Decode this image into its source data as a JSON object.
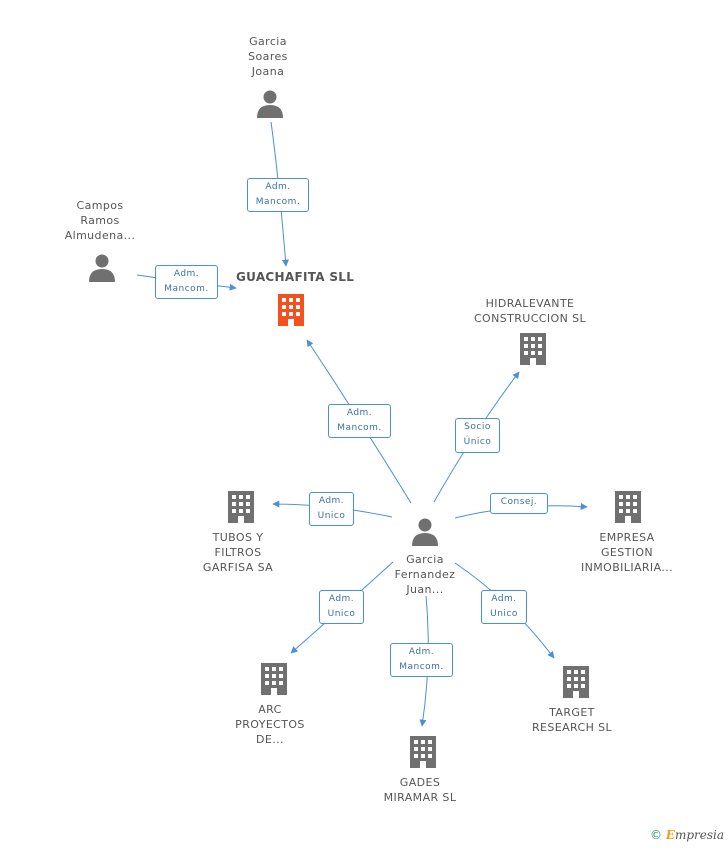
{
  "center": {
    "name": "GUACHAFITA SLL",
    "color": "#f4511e"
  },
  "people": {
    "garcia_soares": {
      "lines": [
        "Garcia",
        "Soares",
        "Joana"
      ]
    },
    "campos_ramos": {
      "lines": [
        "Campos",
        "Ramos",
        "Almudena..."
      ]
    },
    "garcia_fernandez": {
      "lines": [
        "Garcia",
        "Fernandez",
        "Juan..."
      ]
    }
  },
  "companies": {
    "hidralevante": {
      "lines": [
        "HIDRALEVANTE",
        "CONSTRUCCION SL"
      ]
    },
    "tubos": {
      "lines": [
        "TUBOS Y",
        "FILTROS",
        "GARFISA SA"
      ]
    },
    "empresa_gestion": {
      "lines": [
        "EMPRESA",
        "GESTION",
        "INMOBILIARIA..."
      ]
    },
    "arc": {
      "lines": [
        "ARC",
        "PROYECTOS",
        "DE..."
      ]
    },
    "gades": {
      "lines": [
        "GADES",
        "MIRAMAR SL"
      ]
    },
    "target": {
      "lines": [
        "TARGET",
        "RESEARCH SL"
      ]
    }
  },
  "relations": {
    "soares_center": [
      "Adm.",
      "Mancom."
    ],
    "campos_center": [
      "Adm.",
      "Mancom."
    ],
    "fernandez_center": [
      "Adm.",
      "Mancom."
    ],
    "fernandez_hidralevante": [
      "Socio",
      "Único"
    ],
    "fernandez_tubos": [
      "Adm.",
      "Unico"
    ],
    "fernandez_empresa": [
      "Consej."
    ],
    "fernandez_arc": [
      "Adm.",
      "Unico"
    ],
    "fernandez_gades": [
      "Adm.",
      "Mancom."
    ],
    "fernandez_target": [
      "Adm.",
      "Unico"
    ]
  },
  "colors": {
    "edge": "#4a8fd9",
    "icon": "#707070",
    "label": "#555555"
  },
  "footer": {
    "copyright": "©",
    "brand_e": "E",
    "brand_rest": "mpresia"
  }
}
